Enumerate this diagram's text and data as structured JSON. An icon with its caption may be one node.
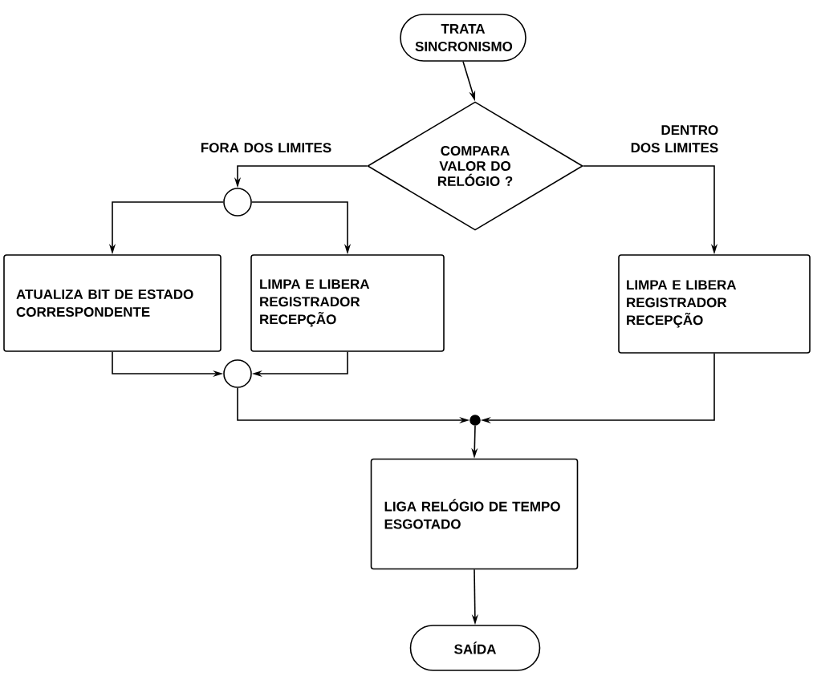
{
  "diagram": {
    "nodes": [
      {
        "text": [
          "TRATA SINCRONISMO"
        ]
      },
      {
        "text": [
          "COMPARA VALOR DO RELÓGIO ?"
        ]
      },
      {
        "text": [],
        "shape": "circle"
      },
      {
        "text": [
          "ATUALIZA BIT DE ESTADO CORRESPONDENTE"
        ]
      },
      {
        "text": [
          "LIMPA E LIBERA REGISTRADOR RECEPÇÃO"
        ]
      },
      {
        "text": [
          "LIMPA E LIBERA REGISTRADOR RECEPÇÃO"
        ]
      },
      {
        "text": [],
        "shape": "circle"
      },
      {
        "text": [],
        "shape": "circle"
      },
      {
        "text": [
          "LIGA RELÓGIO DE TEMPO ESGOTADO"
        ]
      },
      {
        "text": [
          "SAÍDA"
        ]
      }
    ],
    "edges": [
      {
        "from": 0,
        "to": 1,
        "arrow": "to"
      },
      {
        "from": 1,
        "to": 2,
        "arrow": "to",
        "label": "FORA DOS LIMITES"
      },
      {
        "from": 1,
        "to": 5,
        "arrow": "to",
        "label": "DENTRO DOS LIMITES"
      },
      {
        "from": 2,
        "to": 3,
        "arrow": "to"
      },
      {
        "from": 2,
        "to": 4,
        "arrow": "to"
      },
      {
        "from": 3,
        "to": 6,
        "arrow": "to"
      },
      {
        "from": 4,
        "to": 6,
        "arrow": "to"
      },
      {
        "from": 6,
        "to": 7,
        "arrow": "to"
      },
      {
        "from": 5,
        "to": 7,
        "arrow": "to"
      },
      {
        "from": 7,
        "to": 8,
        "arrow": "to"
      },
      {
        "from": 8,
        "to": 9,
        "arrow": "to"
      }
    ]
  }
}
